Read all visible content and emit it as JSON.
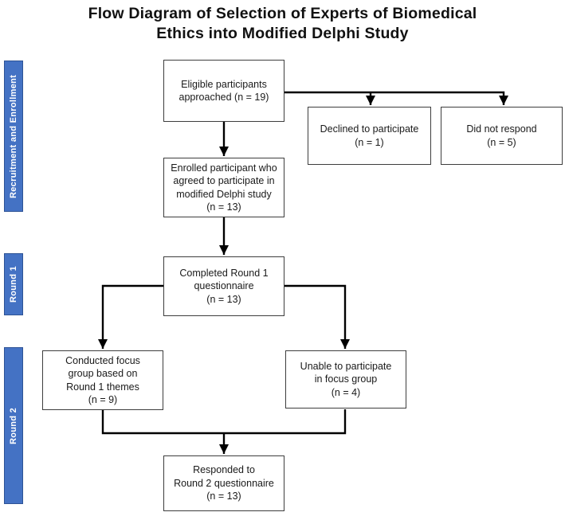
{
  "title": "Flow Diagram of Selection of Experts of Biomedical\nEthics into Modified Delphi Study",
  "colors": {
    "phase_bar_fill": "#4472C4",
    "phase_bar_border": "#2E5395",
    "box_border": "#3D3D3D",
    "connector": "#000000",
    "text": "#1A1A1A"
  },
  "sidebar": {
    "labels": [
      {
        "text": "Recruitment and Enrollment"
      },
      {
        "text": "Round 1"
      },
      {
        "text": "Round 2"
      }
    ]
  },
  "boxes": {
    "eligible": {
      "label": "Eligible participants\napproached (n = 19)"
    },
    "declined": {
      "label": "Declined to participate\n(n = 1)"
    },
    "did_not_respond": {
      "label": "Did not respond\n(n = 5)"
    },
    "enrolled": {
      "label": "Enrolled participant who\nagreed to participate in\nmodified Delphi study\n(n = 13)"
    },
    "completed_round1": {
      "label": "Completed Round 1\nquestionnaire\n(n = 13)"
    },
    "focus_group": {
      "label": "Conducted focus\ngroup based on\nRound 1 themes\n(n = 9)"
    },
    "unable_focus_group": {
      "label": "Unable to participate\nin focus group\n(n = 4)"
    },
    "responded_round2": {
      "label": "Responded to\nRound 2 questionnaire\n(n = 13)"
    }
  }
}
